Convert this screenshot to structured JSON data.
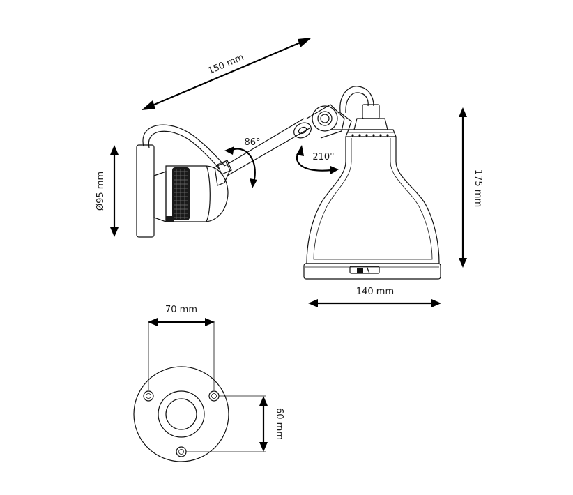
{
  "dimensions": {
    "arm_length": "150 mm",
    "base_diameter": "Ø95 mm",
    "shade_height": "175 mm",
    "shade_width": "140 mm",
    "hole_spacing_horizontal": "70 mm",
    "hole_spacing_vertical": "60 mm"
  },
  "angles": {
    "arm_rotation": "86°",
    "shade_rotation": "210°"
  }
}
